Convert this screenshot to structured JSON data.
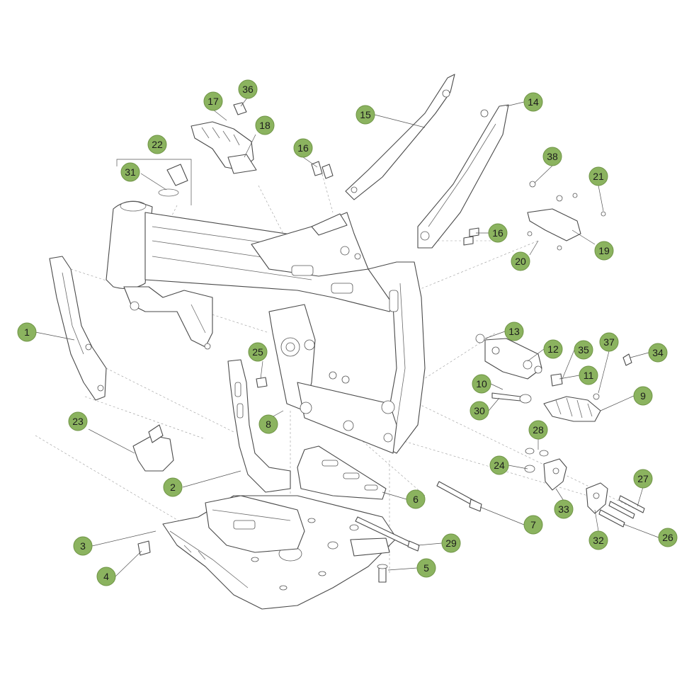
{
  "callouts": [
    {
      "label": "1"
    },
    {
      "label": "2"
    },
    {
      "label": "3"
    },
    {
      "label": "4"
    },
    {
      "label": "5"
    },
    {
      "label": "6"
    },
    {
      "label": "7"
    },
    {
      "label": "8"
    },
    {
      "label": "9"
    },
    {
      "label": "10"
    },
    {
      "label": "11"
    },
    {
      "label": "12"
    },
    {
      "label": "13"
    },
    {
      "label": "14"
    },
    {
      "label": "15"
    },
    {
      "label": "16"
    },
    {
      "label": "16"
    },
    {
      "label": "17"
    },
    {
      "label": "18"
    },
    {
      "label": "19"
    },
    {
      "label": "20"
    },
    {
      "label": "21"
    },
    {
      "label": "22"
    },
    {
      "label": "23"
    },
    {
      "label": "24"
    },
    {
      "label": "25"
    },
    {
      "label": "26"
    },
    {
      "label": "27"
    },
    {
      "label": "28"
    },
    {
      "label": "29"
    },
    {
      "label": "30"
    },
    {
      "label": "31"
    },
    {
      "label": "32"
    },
    {
      "label": "33"
    },
    {
      "label": "34"
    },
    {
      "label": "35"
    },
    {
      "label": "36"
    },
    {
      "label": "37"
    },
    {
      "label": "38"
    }
  ],
  "colors": {
    "callout_fill": "#8bb35f",
    "line": "#4a4a4a",
    "background": "#ffffff"
  }
}
